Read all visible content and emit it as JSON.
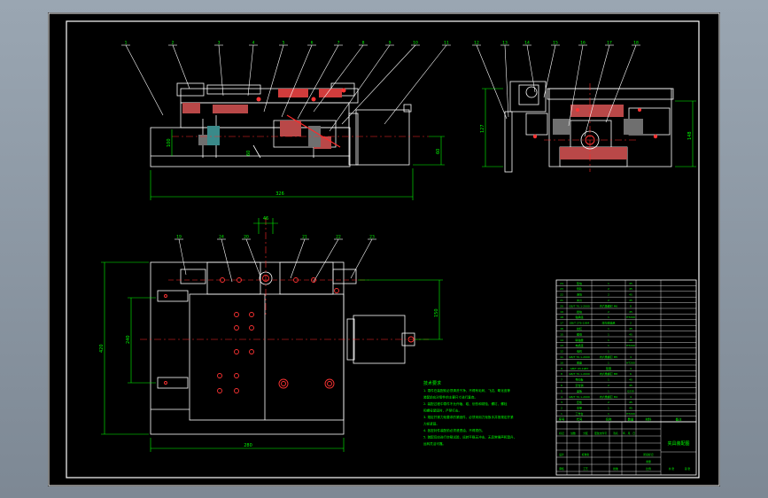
{
  "colors": {
    "viewport_bg": "#8f9aa6",
    "sheet_bg": "#000000",
    "outline": "#ffffff",
    "dimension": "#00ff00",
    "centerline": "#ff2a2a",
    "section_red": "#d23c3c",
    "section_hatch": "#b94848",
    "leader": "#ffffff",
    "title_block_text": "#00ff00",
    "notes_text": "#00ff00"
  },
  "drawing": {
    "balloons_front": [
      "1",
      "2",
      "3",
      "4",
      "5",
      "6",
      "7",
      "8",
      "9",
      "10",
      "11"
    ],
    "balloons_side": [
      "12",
      "13",
      "14",
      "15",
      "16",
      "17",
      "18"
    ],
    "balloons_plan": [
      "19",
      "20",
      "21",
      "22",
      "23",
      "24"
    ],
    "dims_front": {
      "width": "326",
      "height": "60",
      "left_h": "100"
    },
    "dims_side": {
      "height": "148",
      "left_h": "127"
    },
    "dims_plan": {
      "width": "280",
      "height": "420",
      "inner_h": "240",
      "right_h": "150",
      "top": "46"
    }
  },
  "notes": {
    "title": "技术要求",
    "lines": [
      "1. 零件在装配前必须清洗干净，不得有毛刺、飞边、氧化皮等",
      "   装配前应对零件的主要尺寸进行复查。",
      "2. 装配过程中零件不允许磕、碰、划伤和锈蚀，螺钉、螺栓",
      "   和螺母紧固时，严禁打击。",
      "3. 规定拧紧力矩要求的紧固件，必须采用力矩扳手并按规定拧紧",
      "   力矩紧固。",
      "4. 各密封件装配前必须浸透油，不得损伤。",
      "5. 装配后应进行空载试验，运转平稳无冲击、无异常噪声和温升，",
      "   运转灵活可靠。"
    ]
  },
  "bom": {
    "rows": [
      [
        "24",
        "垫块",
        "1",
        "45"
      ],
      [
        "23",
        "导轨",
        "2",
        "45"
      ],
      [
        "22",
        "滑块",
        "2",
        "45"
      ],
      [
        "21",
        "夹爪",
        "2",
        "45"
      ],
      [
        "20",
        "GB/T 70.1-2000",
        "内六角螺钉 M6",
        "8"
      ],
      [
        "19",
        "挡块",
        "2",
        "45"
      ],
      [
        "18",
        "轴承座",
        "1",
        "HT200"
      ],
      [
        "17",
        "GB/T 276-1994",
        "深沟球轴承",
        "2"
      ],
      [
        "16",
        "丝杠",
        "1",
        "45"
      ],
      [
        "15",
        "螺母",
        "1",
        "45"
      ],
      [
        "14",
        "联轴器",
        "1",
        "45"
      ],
      [
        "13",
        "电机座",
        "1",
        "HT200"
      ],
      [
        "12",
        "电机",
        "1",
        ""
      ],
      [
        "11",
        "GB/T 70.1-2000",
        "内六角螺钉 M5",
        "4"
      ],
      [
        "10",
        "底座",
        "1",
        "HT200"
      ],
      [
        "9",
        "GB/T 93-1987",
        "垫圈",
        "4"
      ],
      [
        "8",
        "GB/T 70.1-2000",
        "内六角螺钉 M8",
        "6"
      ],
      [
        "7",
        "导向板",
        "1",
        "45"
      ],
      [
        "6",
        "定位销",
        "2",
        "45"
      ],
      [
        "5",
        "盖板",
        "1",
        "Q235"
      ],
      [
        "4",
        "GB/T 70.1-2000",
        "内六角螺钉 M4",
        "4"
      ],
      [
        "3",
        "压板",
        "2",
        "45"
      ],
      [
        "2",
        "支架",
        "1",
        "45"
      ],
      [
        "1",
        "工作台",
        "1",
        "HT200"
      ]
    ],
    "header": [
      "序号",
      "代号",
      "名称",
      "数量",
      "材料",
      "备注"
    ]
  },
  "title_block": {
    "drawing_name": "夹具装配图",
    "cells": [
      "标记",
      "处数",
      "分区",
      "更改文件号",
      "签名",
      "年、月、日",
      "设计",
      "标准化",
      "审核",
      "工艺",
      "批准",
      "阶段标记",
      "重量",
      "比例",
      "共 张",
      "第 张"
    ]
  }
}
